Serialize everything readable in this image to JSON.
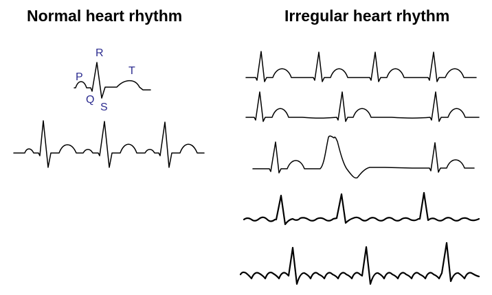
{
  "headings": {
    "normal": "Normal heart rhythm",
    "irregular": "Irregular heart rhythm"
  },
  "wave_labels": {
    "p": "P",
    "q": "Q",
    "r": "R",
    "s": "S",
    "t": "T"
  },
  "colors": {
    "trace": "#000000",
    "label": "#2b2b8f"
  },
  "traces": {
    "normal_beat": "single labeled PQRST complex",
    "normal_strip": "regular sinus rhythm, 3 beats",
    "irregular": [
      "regular rate, 4 beats",
      "irregular spacing, 3 beats",
      "wide abnormal beat between normal beats",
      "fibrillatory baseline with tall narrow spikes",
      "flutter-like wavy baseline with tall spikes"
    ]
  }
}
